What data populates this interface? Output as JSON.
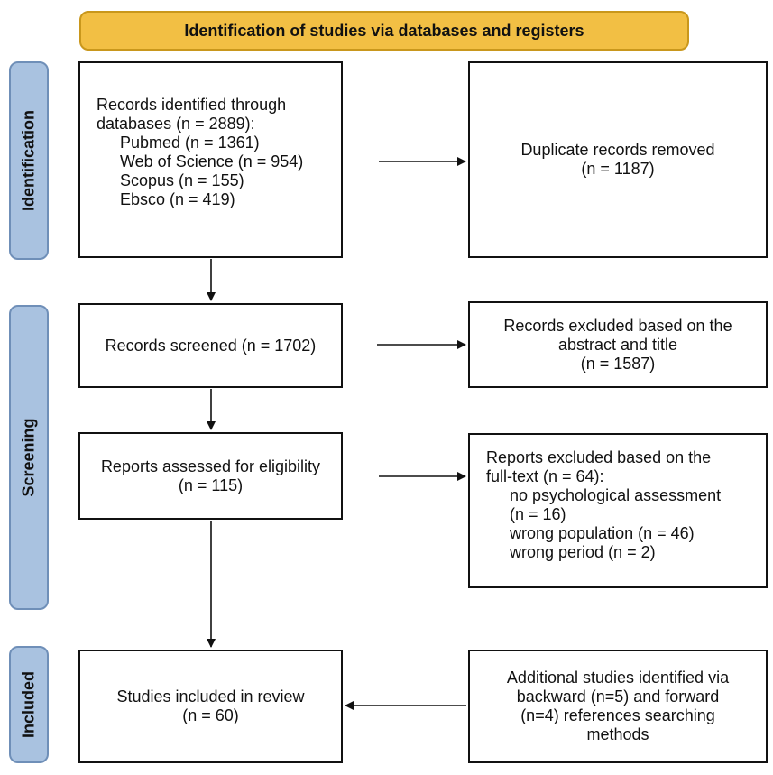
{
  "header": {
    "title": "Identification of studies via databases and registers"
  },
  "stages": {
    "identification": "Identification",
    "screening": "Screening",
    "included": "Included"
  },
  "identified": {
    "title_line1": "Records identified through",
    "title_line2": "databases (n = 2889):",
    "sources": [
      "Pubmed (n = 1361)",
      "Web of Science (n = 954)",
      "Scopus (n = 155)",
      "Ebsco (n = 419)"
    ]
  },
  "duplicates": {
    "line1": "Duplicate records removed",
    "line2": "(n = 1187)"
  },
  "screened": {
    "line1": "Records screened (n = 1702)"
  },
  "excluded_abstract": {
    "line1": "Records excluded based on the",
    "line2": "abstract and title",
    "line3": "(n = 1587)"
  },
  "assessed": {
    "line1": "Reports assessed for eligibility",
    "line2": "(n = 115)"
  },
  "excluded_fulltext": {
    "title_line1": "Reports excluded based on the",
    "title_line2": "full-text (n = 64):",
    "reasons": [
      "no psychological assessment",
      "(n = 16)",
      "wrong population (n = 46)",
      "wrong period (n = 2)"
    ]
  },
  "included": {
    "line1": "Studies included in review",
    "line2": "(n = 60)"
  },
  "additional": {
    "line1": "Additional studies identified via",
    "line2": "backward (n=5) and forward",
    "line3": "(n=4) references searching",
    "line4": "methods"
  }
}
